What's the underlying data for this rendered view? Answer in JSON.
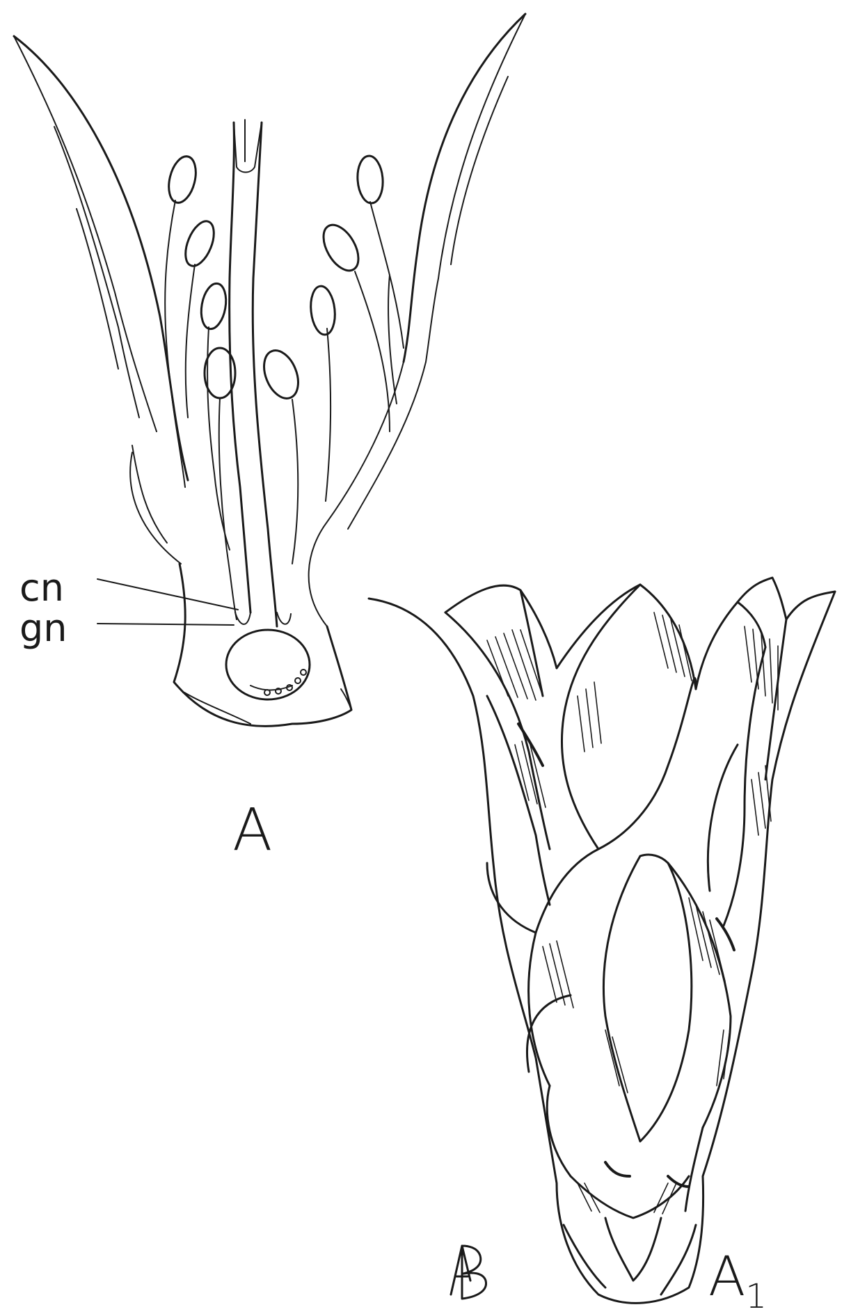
{
  "labels": {
    "cn": "cn",
    "gn": "gn",
    "figure_a": "A",
    "figure_a1_letter": "A",
    "figure_a1_subscript": "1"
  },
  "icons": [
    "artist-monogram"
  ],
  "colors": {
    "ink": "#1a1a1a",
    "paper": "#ffffff"
  }
}
